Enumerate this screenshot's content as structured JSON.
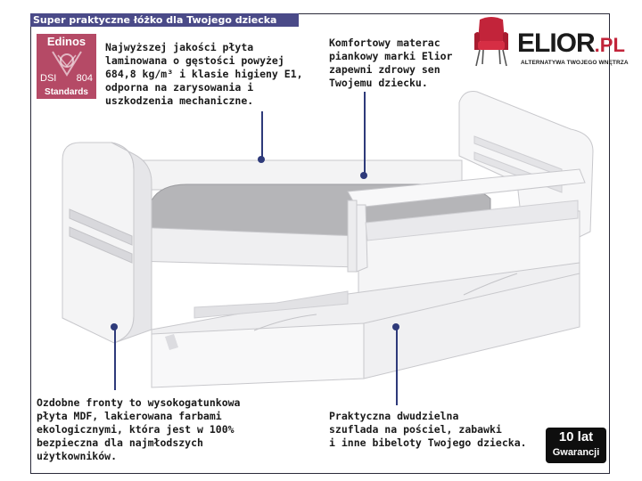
{
  "header": {
    "title": "Super praktyczne łóżko dla Twojego dziecka"
  },
  "certificate": {
    "brand": "Edinos",
    "left_code": "DSI",
    "right_code": "804",
    "label": "Standards"
  },
  "logo": {
    "name": "ELIOR",
    "suffix": ".PL",
    "tagline": "ALTERNATYWA TWOJEGO WNĘTRZA"
  },
  "callouts": {
    "board": "Najwyższej jakości płyta\nlaminowana o gęstości powyżej\n684,8 kg/m³ i klasie higieny E1,\nodporna na zarysowania i\nuszkodzenia mechaniczne.",
    "mattress": "Komfortowy materac\npiankowy marki Elior\nzapewni zdrowy sen\nTwojemu dziecku.",
    "fronts": "Ozdobne fronty to wysokogatunkowa\npłyta MDF, lakierowana farbami\nekologicznymi, która jest w 100%\nbezpieczna dla najmłodszych\nużytkowników.",
    "drawer": "Praktyczna dwudzielna\nszuflada na pościel, zabawki\ni inne bibeloty Twojego dziecka."
  },
  "warranty": {
    "years": "10 lat",
    "label": "Gwarancji"
  },
  "colors": {
    "title_bar": "#4a4a88",
    "marker": "#2e3a7a",
    "certificate": "#b54a66",
    "logo_accent": "#c2243a"
  }
}
